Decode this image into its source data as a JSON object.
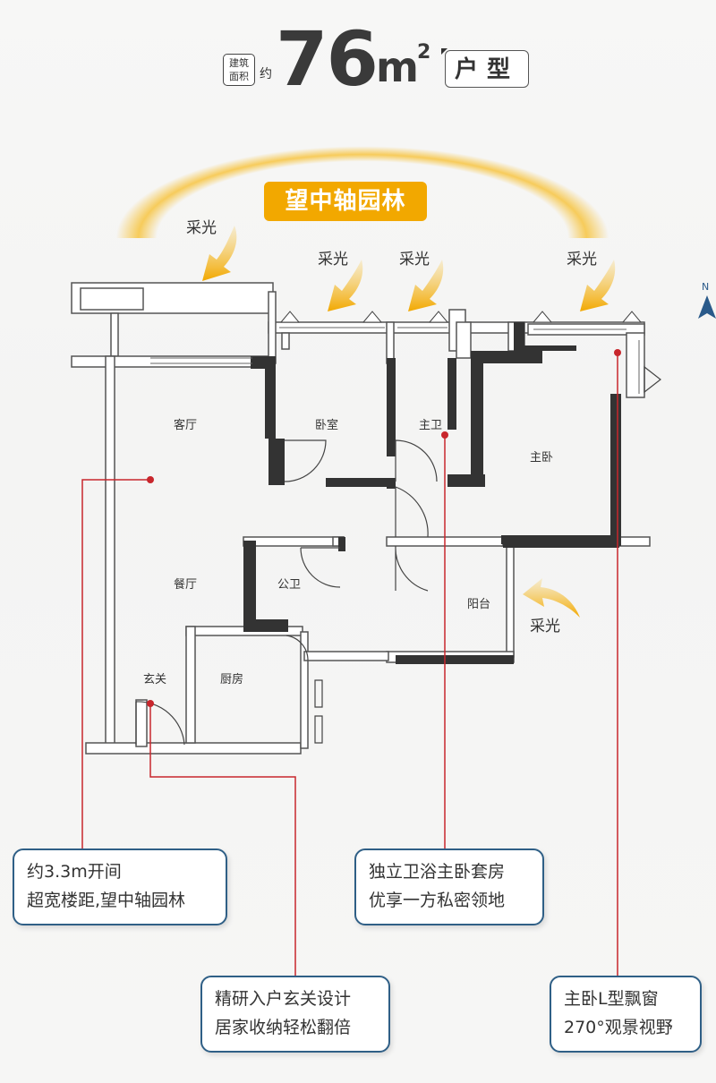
{
  "header": {
    "area_badge_line1": "建筑",
    "area_badge_line2": "面积",
    "approx": "约",
    "area_value": "76",
    "area_unit": "m",
    "area_sup": "2",
    "type_label": "户型"
  },
  "garden_label": "望中轴园林",
  "light_labels": [
    "采光",
    "采光",
    "采光",
    "采光",
    "采光"
  ],
  "rooms": {
    "living": "客厅",
    "dining": "餐厅",
    "bedroom": "卧室",
    "master_bath": "主卫",
    "master_bedroom": "主卧",
    "public_bath": "公卫",
    "balcony": "阳台",
    "entrance": "玄关",
    "kitchen": "厨房"
  },
  "compass": {
    "label": "N"
  },
  "callouts": {
    "living": {
      "line1": "约3.3m开间",
      "line2": "超宽楼距,望中轴园林"
    },
    "master_suite": {
      "line1": "独立卫浴主卧套房",
      "line2": "优享一方私密领地"
    },
    "entrance": {
      "line1": "精研入户玄关设计",
      "line2": "居家收纳轻松翻倍"
    },
    "bay_window": {
      "line1": "主卧L型飘窗",
      "line2": "270°观景视野"
    }
  },
  "colors": {
    "accent": "#f2a800",
    "callout_border": "#2f5f86",
    "marker": "#c8262c",
    "wall": "#333333"
  }
}
